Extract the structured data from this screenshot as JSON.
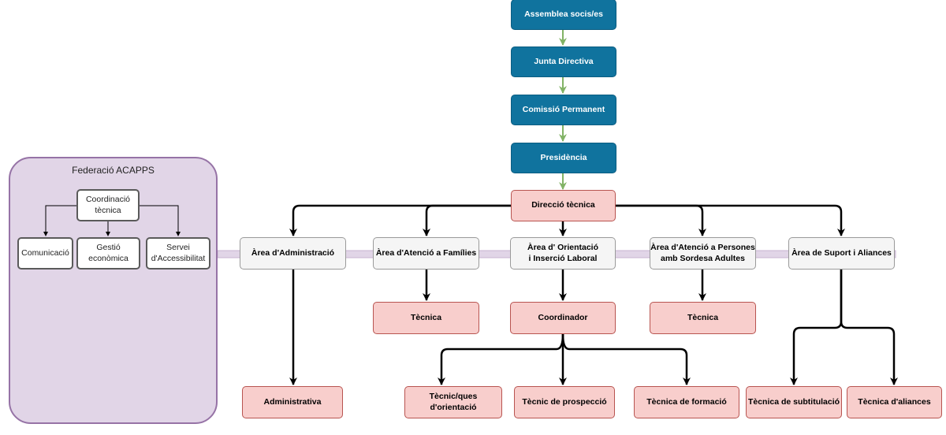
{
  "federation": {
    "title": "Federació ACAPPS",
    "coordination": "Coordinació\ntècnica",
    "communication": "Comunicació",
    "economic": "Gestió econòmica",
    "accessibility": "Servei\nd'Accessibilitat"
  },
  "governance": {
    "assembly": "Assemblea socis/es",
    "board": "Junta Directiva",
    "commission": "Comissió Permanent",
    "presidency": "Presidència"
  },
  "direction": "Direcció tècnica",
  "areas": {
    "administration": "Àrea d'Administració",
    "families": "Àrea d'Atenció a Famílies",
    "orientation": "Àrea d' Orientació\ni Inserció Laboral",
    "adults": "Àrea d'Atenció a Persones\namb Sordesa Adultes",
    "support": "Àrea de Suport i Aliances"
  },
  "roles": {
    "administrative": "Administrativa",
    "families_tech": "Tècnica",
    "coordinator": "Coordinador",
    "adults_tech": "Tècnica",
    "orientation_techs": "Tècnic/ques d'orientació",
    "prospection": "Tècnic de prospecció",
    "training": "Tècnica de formació",
    "subtitling": "Tècnica de subtitulació",
    "alliances": "Tècnica d'aliances"
  },
  "colors": {
    "governance": "#10739e",
    "pink": "#f8cecc",
    "area": "#f5f5f5",
    "federation_panel": "#e1d5e7",
    "green_connector": "#82b366",
    "lavender_link": "#e1d5e7"
  }
}
